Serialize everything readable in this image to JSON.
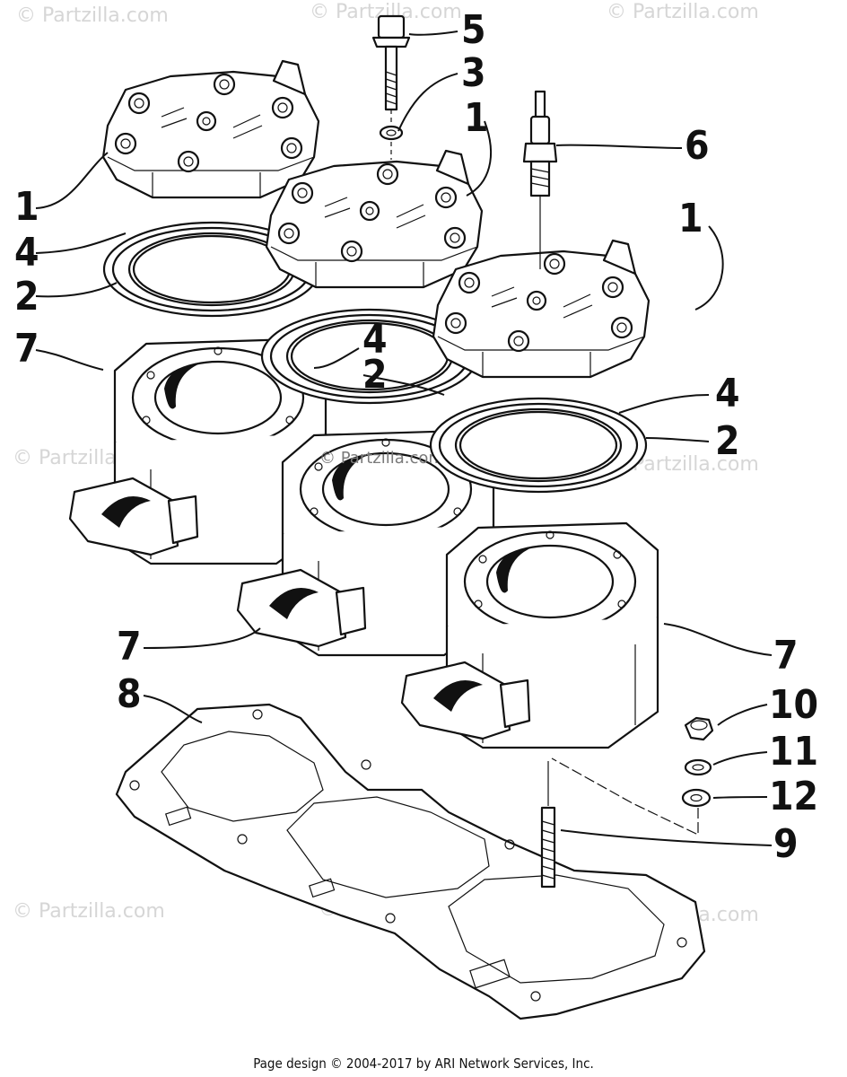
{
  "watermark": "© Partzilla.com",
  "center_watermark": "© Partzilla.com",
  "callouts": {
    "c1a": "1",
    "c1b": "1",
    "c1c": "1",
    "c2a": "2",
    "c2b": "2",
    "c2c": "2",
    "c3": "3",
    "c4a": "4",
    "c4b": "4",
    "c4c": "4",
    "c5": "5",
    "c6": "6",
    "c7a": "7",
    "c7b": "7",
    "c7c": "7",
    "c8": "8",
    "c9": "9",
    "c10": "10",
    "c11": "11",
    "c12": "12"
  },
  "footer": "Page design © 2004-2017 by ARI Network Services, Inc."
}
